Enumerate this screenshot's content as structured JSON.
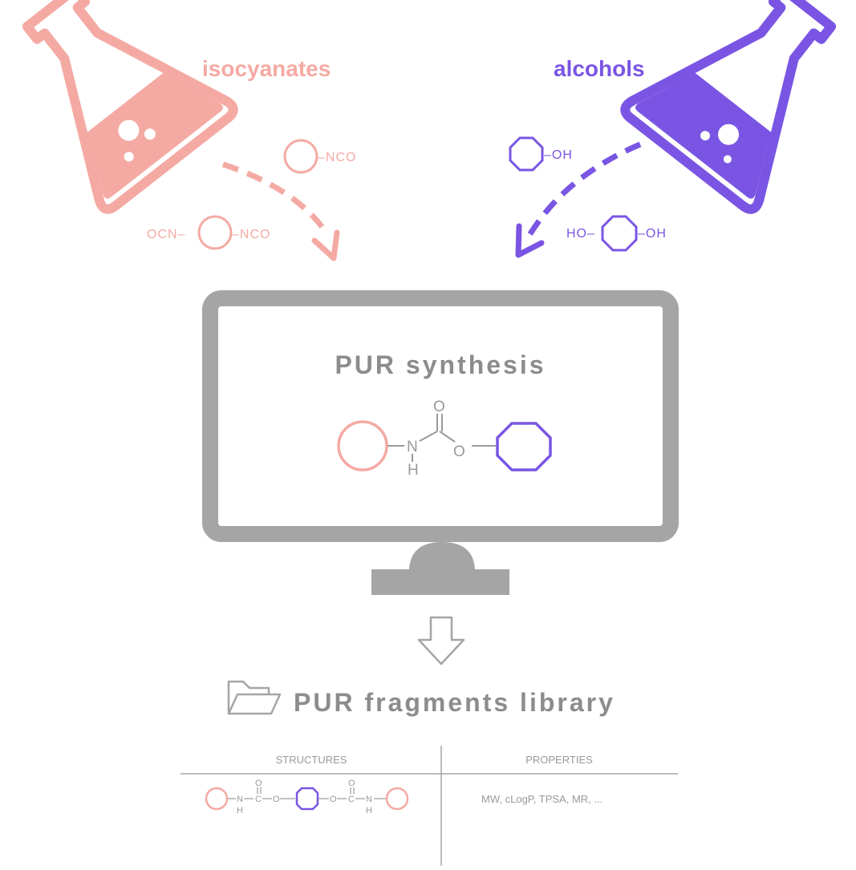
{
  "colors": {
    "isocyanate": "#f4aaa3",
    "alcohol": "#7a55e3",
    "monitor": "#a5a5a5",
    "text_gray": "#8c8c8c"
  },
  "reagents": {
    "isocyanates_label": "isocyanates",
    "alcohols_label": "alcohols",
    "mono_nco": "–NCO",
    "di_nco_left": "OCN–",
    "di_nco_right": "–NCO",
    "mono_oh": "–OH",
    "di_oh_left": "HO–",
    "di_oh_right": "–OH"
  },
  "monitor": {
    "title": "PUR synthesis",
    "carbamate": {
      "N": "N",
      "H": "H",
      "O_top": "O",
      "O_ester": "O"
    }
  },
  "library": {
    "title": "PUR fragments library",
    "columns": [
      "STRUCTURES",
      "PROPERTIES"
    ],
    "structure_atoms": {
      "N": "N",
      "H": "H",
      "C": "C",
      "O": "O"
    },
    "properties_text": "MW, cLogP, TPSA, MR, ..."
  },
  "icons": [
    "flask-icon",
    "monitor-icon",
    "folder-icon",
    "down-arrow-icon"
  ]
}
